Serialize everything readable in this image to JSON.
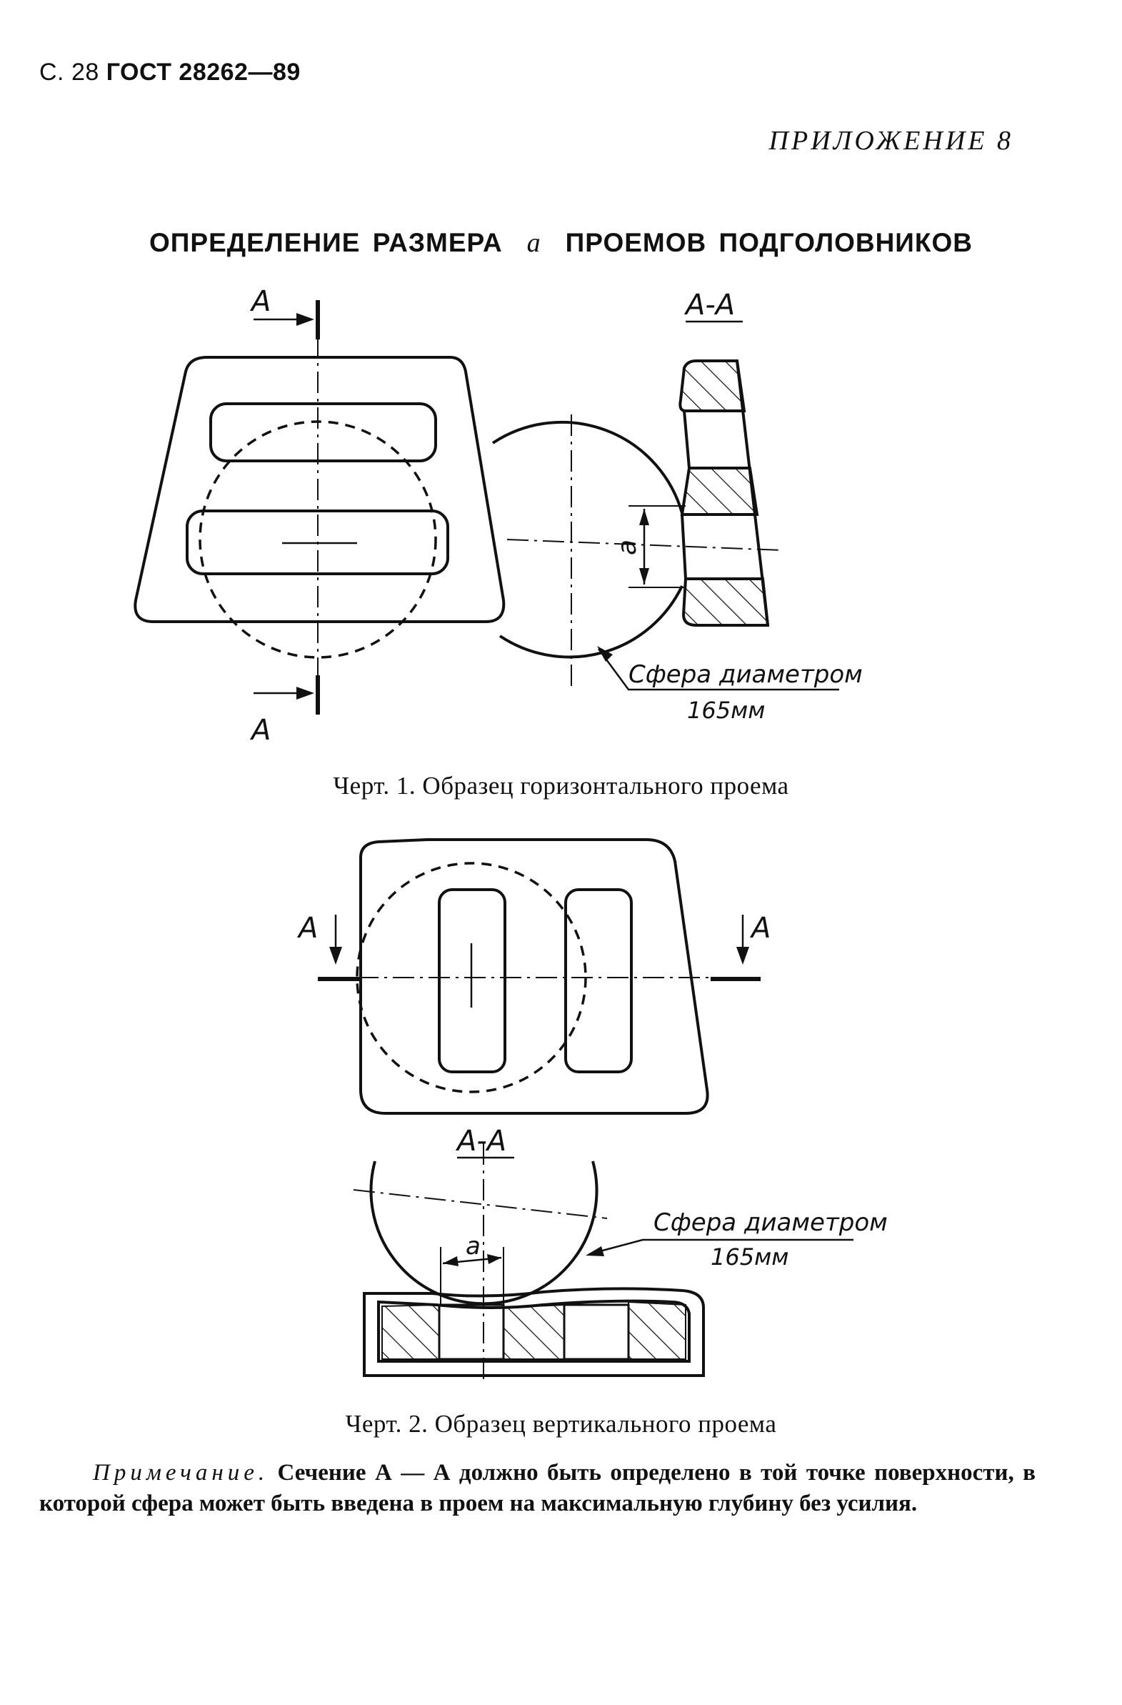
{
  "header": {
    "page_number": "С. 28",
    "standard": "ГОСТ 28262—89"
  },
  "appendix_label": "ПРИЛОЖЕНИЕ 8",
  "title": {
    "part1": "ОПРЕДЕЛЕНИЕ РАЗМЕРА",
    "variable": "a",
    "part2": "ПРОЕМОВ ПОДГОЛОВНИКОВ"
  },
  "figure1": {
    "section_label": "A-A",
    "arrow_label_top": "A",
    "arrow_label_bottom": "A",
    "dimension_label": "a",
    "sphere_label_line1": "Сфера диаметром",
    "sphere_label_line2": "165мм",
    "caption": "Черт. 1. Образец горизонтального проема"
  },
  "figure2": {
    "arrow_label_left": "A",
    "arrow_label_right": "A",
    "section_label": "A-A",
    "dimension_label": "a",
    "sphere_label_line1": "Сфера диаметром",
    "sphere_label_line2": "165мм",
    "caption": "Черт. 2. Образец вертикального проема"
  },
  "note": {
    "label": "Примечание.",
    "text": "Сечение А — А должно быть определено в той точке поверхности, в которой сфера может быть введена в проем на максимальную глубину без усилия."
  }
}
